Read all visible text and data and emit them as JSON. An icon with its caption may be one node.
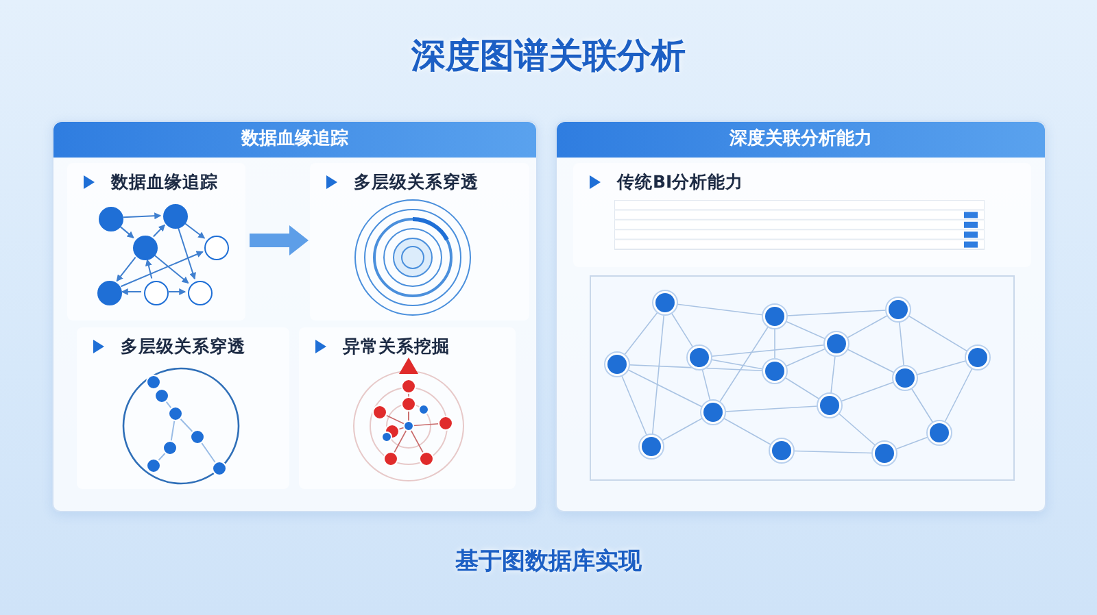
{
  "diagram": {
    "title": "深度图谱关联分析",
    "caption": "基于图数据库实现",
    "nodes": [
      {
        "text": [
          "数据血缘追踪"
        ]
      },
      {
        "text": [
          "数据血缘追踪"
        ],
        "in": 0
      },
      {
        "text": [
          "多层级关系穿透"
        ],
        "in": 0
      },
      {
        "text": [
          "多层级关系穿透"
        ],
        "in": 0
      },
      {
        "text": [
          "异常关系挖掘"
        ],
        "in": 0
      },
      {
        "text": [
          "深度关联分析能力"
        ]
      },
      {
        "text": [
          "传统BI分析能力"
        ],
        "in": 5
      },
      {
        "text": [],
        "shape": "circle",
        "in": 1
      },
      {
        "text": [],
        "shape": "circle",
        "in": 1
      },
      {
        "text": [],
        "shape": "circle",
        "in": 1
      },
      {
        "text": [],
        "shape": "circle",
        "in": 1
      },
      {
        "text": [],
        "shape": "circle",
        "in": 1
      },
      {
        "text": [],
        "shape": "circle",
        "in": 1
      },
      {
        "text": [],
        "shape": "circle",
        "in": 1
      }
    ],
    "edges": [
      {
        "from": 7,
        "to": 8,
        "arrow": "to"
      },
      {
        "from": 7,
        "to": 9,
        "arrow": "to"
      },
      {
        "from": 9,
        "to": 8,
        "arrow": "to"
      },
      {
        "from": 8,
        "to": 10,
        "arrow": "to"
      },
      {
        "from": 8,
        "to": 13,
        "arrow": "to"
      },
      {
        "from": 9,
        "to": 13,
        "arrow": "to"
      },
      {
        "from": 9,
        "to": 11,
        "arrow": "to"
      },
      {
        "from": 11,
        "to": 10,
        "arrow": "to"
      },
      {
        "from": 12,
        "to": 11,
        "arrow": "to"
      },
      {
        "from": 12,
        "to": 13,
        "arrow": "to"
      },
      {
        "from": 12,
        "to": 9,
        "arrow": "to"
      },
      {
        "from": 1,
        "to": 2,
        "arrow": "to",
        "style": "thick"
      }
    ]
  }
}
